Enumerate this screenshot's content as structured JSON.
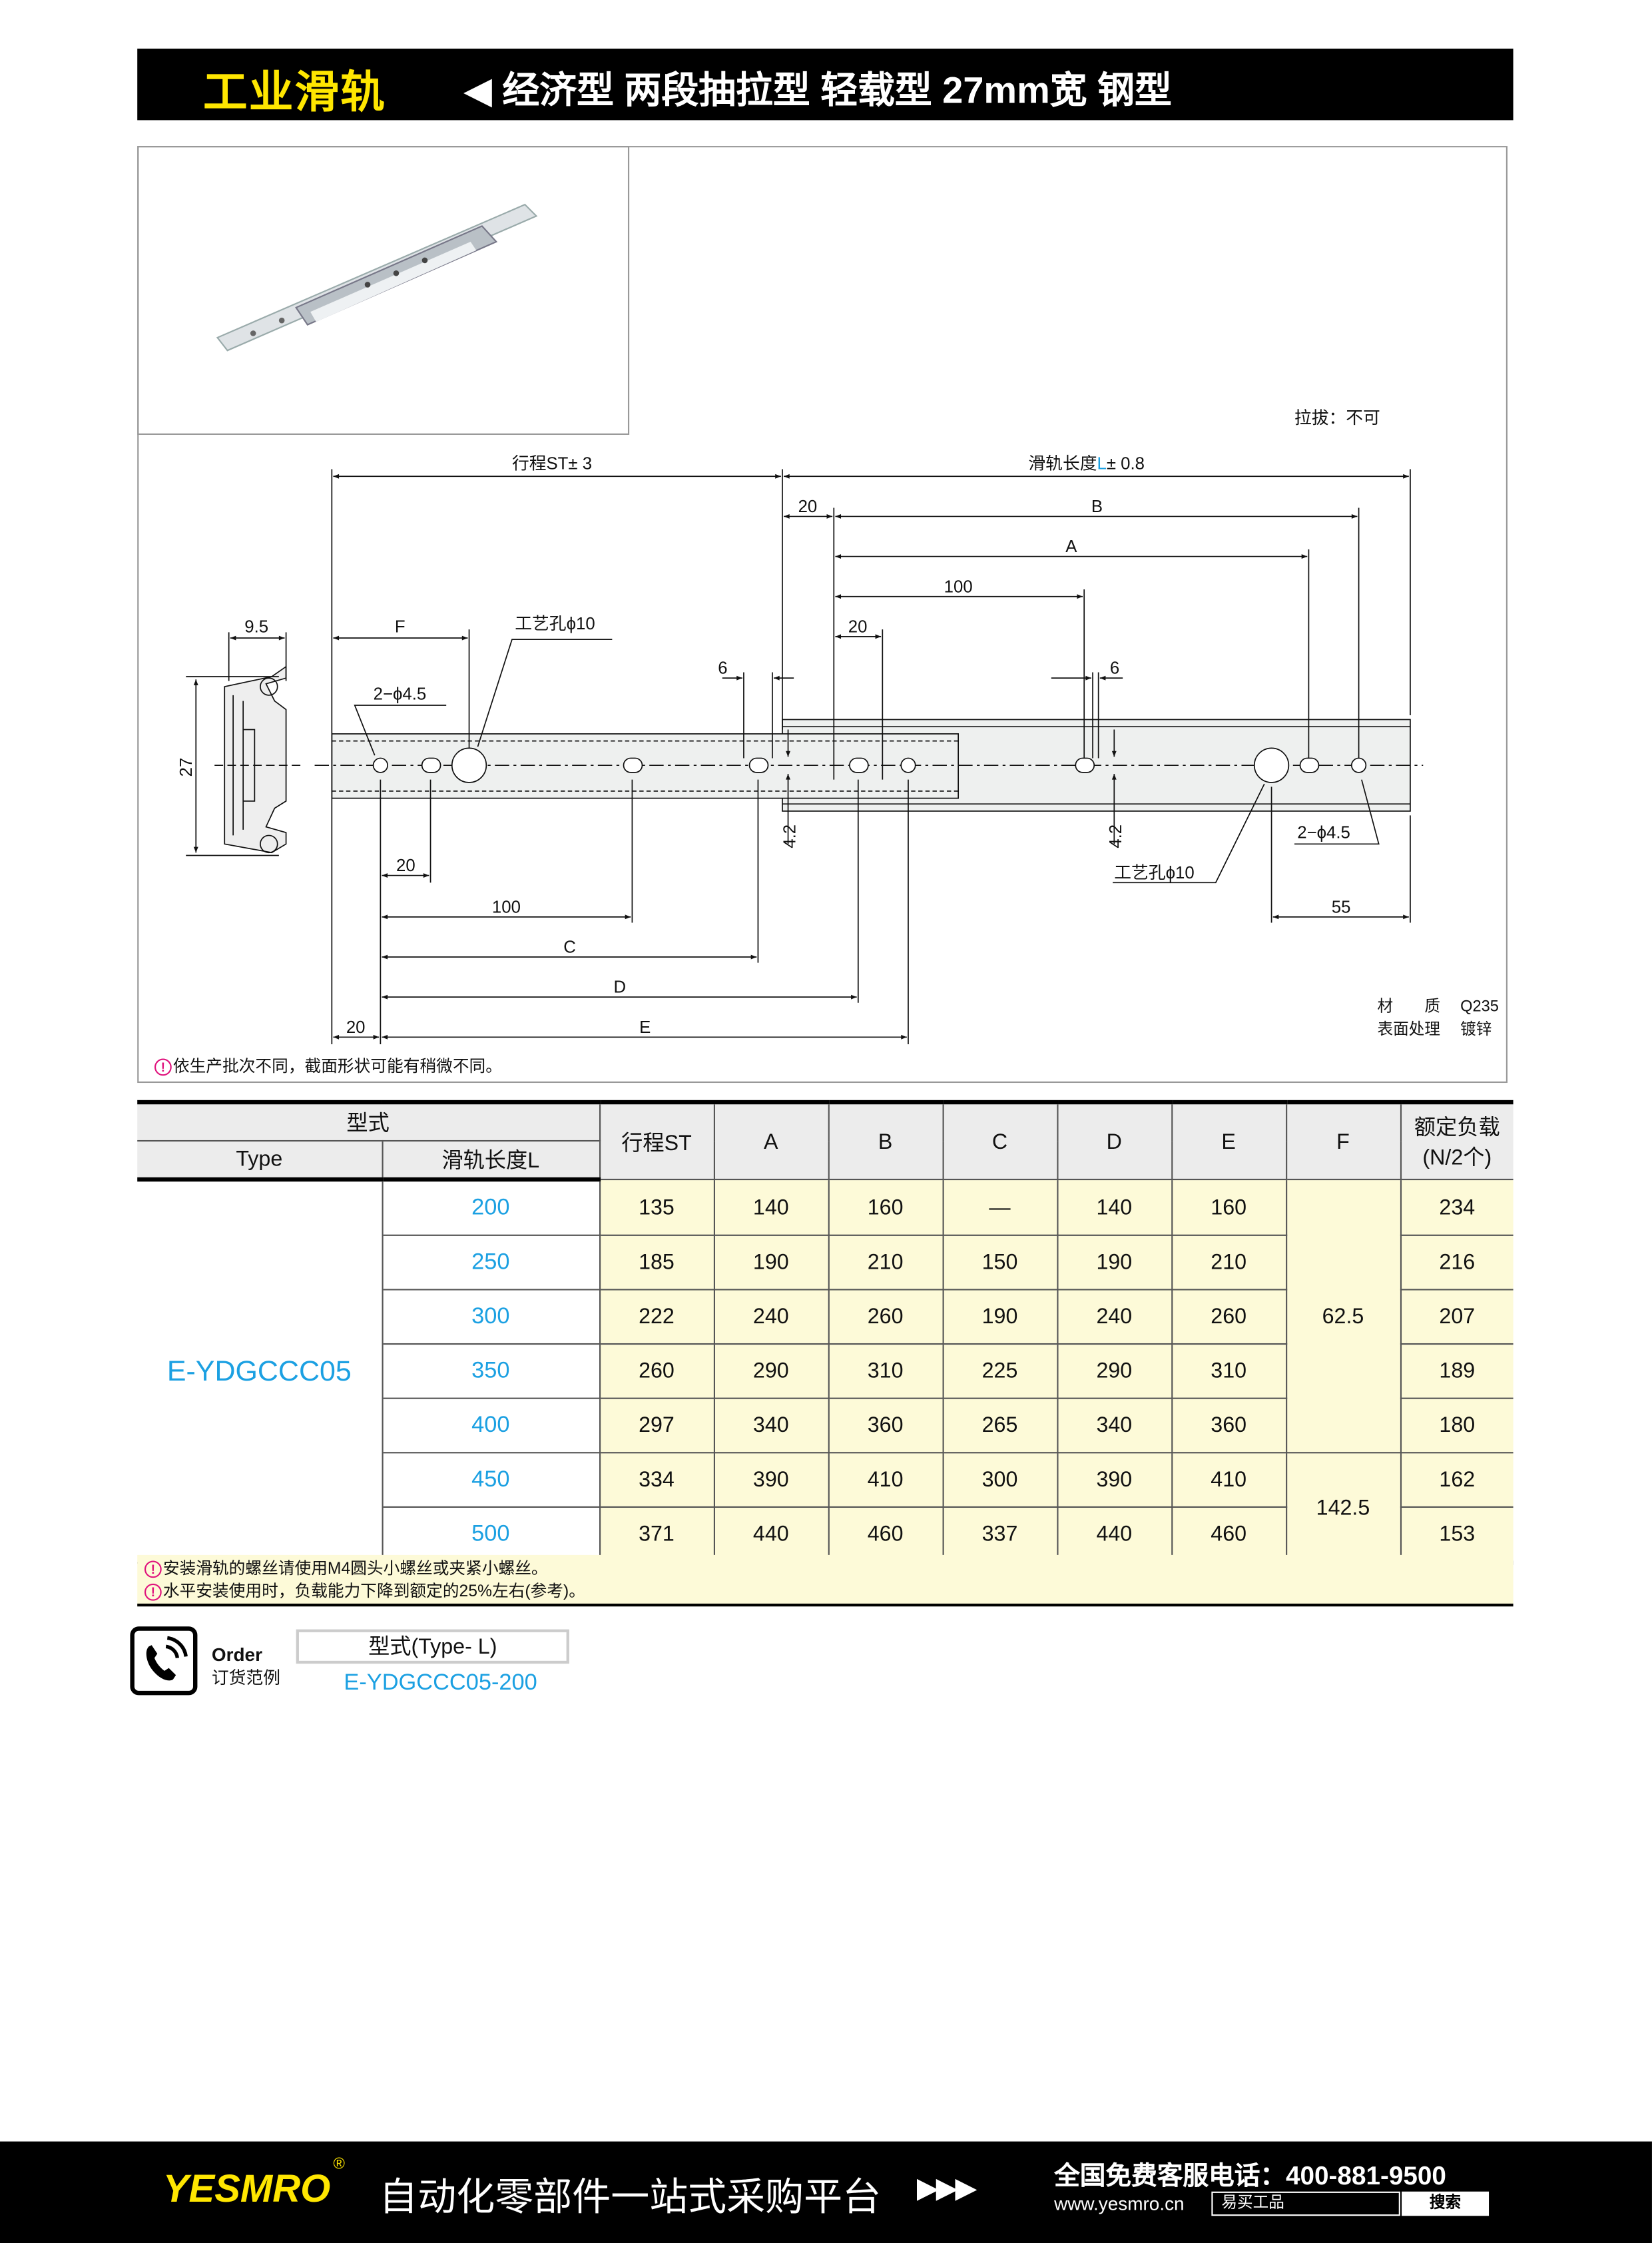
{
  "header": {
    "category": "工业滑轨",
    "subtitle": "◀ 经济型 两段抽拉型 轻载型 27mm宽 钢型"
  },
  "drawing": {
    "pull_out": "拉拔：不可",
    "stroke_label": "行程ST± 3",
    "length_label_prefix": "滑轨长度",
    "length_label_L": "L",
    "length_label_tol": "± 0.8",
    "dims": {
      "d20_top": "20",
      "B": "B",
      "A": "A",
      "d100_top": "100",
      "d20_mid": "20",
      "F": "F",
      "d6_left": "6",
      "d6_right": "6",
      "d9_5": "9.5",
      "d27": "27",
      "d4_2_left": "4.2",
      "d4_2_right": "4.2",
      "d20_bot": "20",
      "d100_bot": "100",
      "C": "C",
      "D": "D",
      "E": "E",
      "d20_left": "20",
      "d55": "55"
    },
    "hole_left": "2−ϕ4.5",
    "process_hole_left": "工艺孔ϕ10",
    "hole_right": "2−ϕ4.5",
    "process_hole_right": "工艺孔ϕ10",
    "material_label": "材　　质",
    "material_value": "Q235",
    "surface_label": "表面处理",
    "surface_value": "镀锌",
    "note": "依生产批次不同，截面形状可能有稍微不同。"
  },
  "table": {
    "header": {
      "model": "型式",
      "type": "Type",
      "length": "滑轨长度L",
      "stroke": "行程ST",
      "A": "A",
      "B": "B",
      "C": "C",
      "D": "D",
      "E": "E",
      "F": "F",
      "load": "额定负载",
      "load_unit": "(N/2个)"
    },
    "type": "E-YDGCCC05",
    "F_values": [
      "62.5",
      "142.5"
    ],
    "rows": [
      {
        "L": "200",
        "ST": "135",
        "A": "140",
        "B": "160",
        "C": "—",
        "D": "140",
        "E": "160",
        "load": "234"
      },
      {
        "L": "250",
        "ST": "185",
        "A": "190",
        "B": "210",
        "C": "150",
        "D": "190",
        "E": "210",
        "load": "216"
      },
      {
        "L": "300",
        "ST": "222",
        "A": "240",
        "B": "260",
        "C": "190",
        "D": "240",
        "E": "260",
        "load": "207"
      },
      {
        "L": "350",
        "ST": "260",
        "A": "290",
        "B": "310",
        "C": "225",
        "D": "290",
        "E": "310",
        "load": "189"
      },
      {
        "L": "400",
        "ST": "297",
        "A": "340",
        "B": "360",
        "C": "265",
        "D": "340",
        "E": "360",
        "load": "180"
      },
      {
        "L": "450",
        "ST": "334",
        "A": "390",
        "B": "410",
        "C": "300",
        "D": "390",
        "E": "410",
        "load": "162"
      },
      {
        "L": "500",
        "ST": "371",
        "A": "440",
        "B": "460",
        "C": "337",
        "D": "440",
        "E": "460",
        "load": "153"
      }
    ],
    "notes": [
      "安装滑轨的螺丝请使用M4圆头小螺丝或夹紧小螺丝。",
      "水平安装使用时，负载能力下降到额定的25%左右(参考)。"
    ],
    "warn_symbol": "!"
  },
  "order": {
    "title": "Order",
    "subtitle": "订货范例",
    "format": "型式(Type-  L)",
    "example": "E-YDGCCC05-200"
  },
  "footer": {
    "brand": "YESMRO",
    "reg": "®",
    "slogan": "自动化零部件一站式采购平台",
    "arrows": "▶▶▶",
    "hotline": "全国免费客服电话：400-881-9500",
    "website": "www.yesmro.cn",
    "search_value": "易买工品",
    "search_button": "搜索"
  },
  "colors": {
    "accent_blue": "#1ba0e2",
    "brand_yellow": "#ffe600",
    "table_yellow": "#fdfad8"
  }
}
